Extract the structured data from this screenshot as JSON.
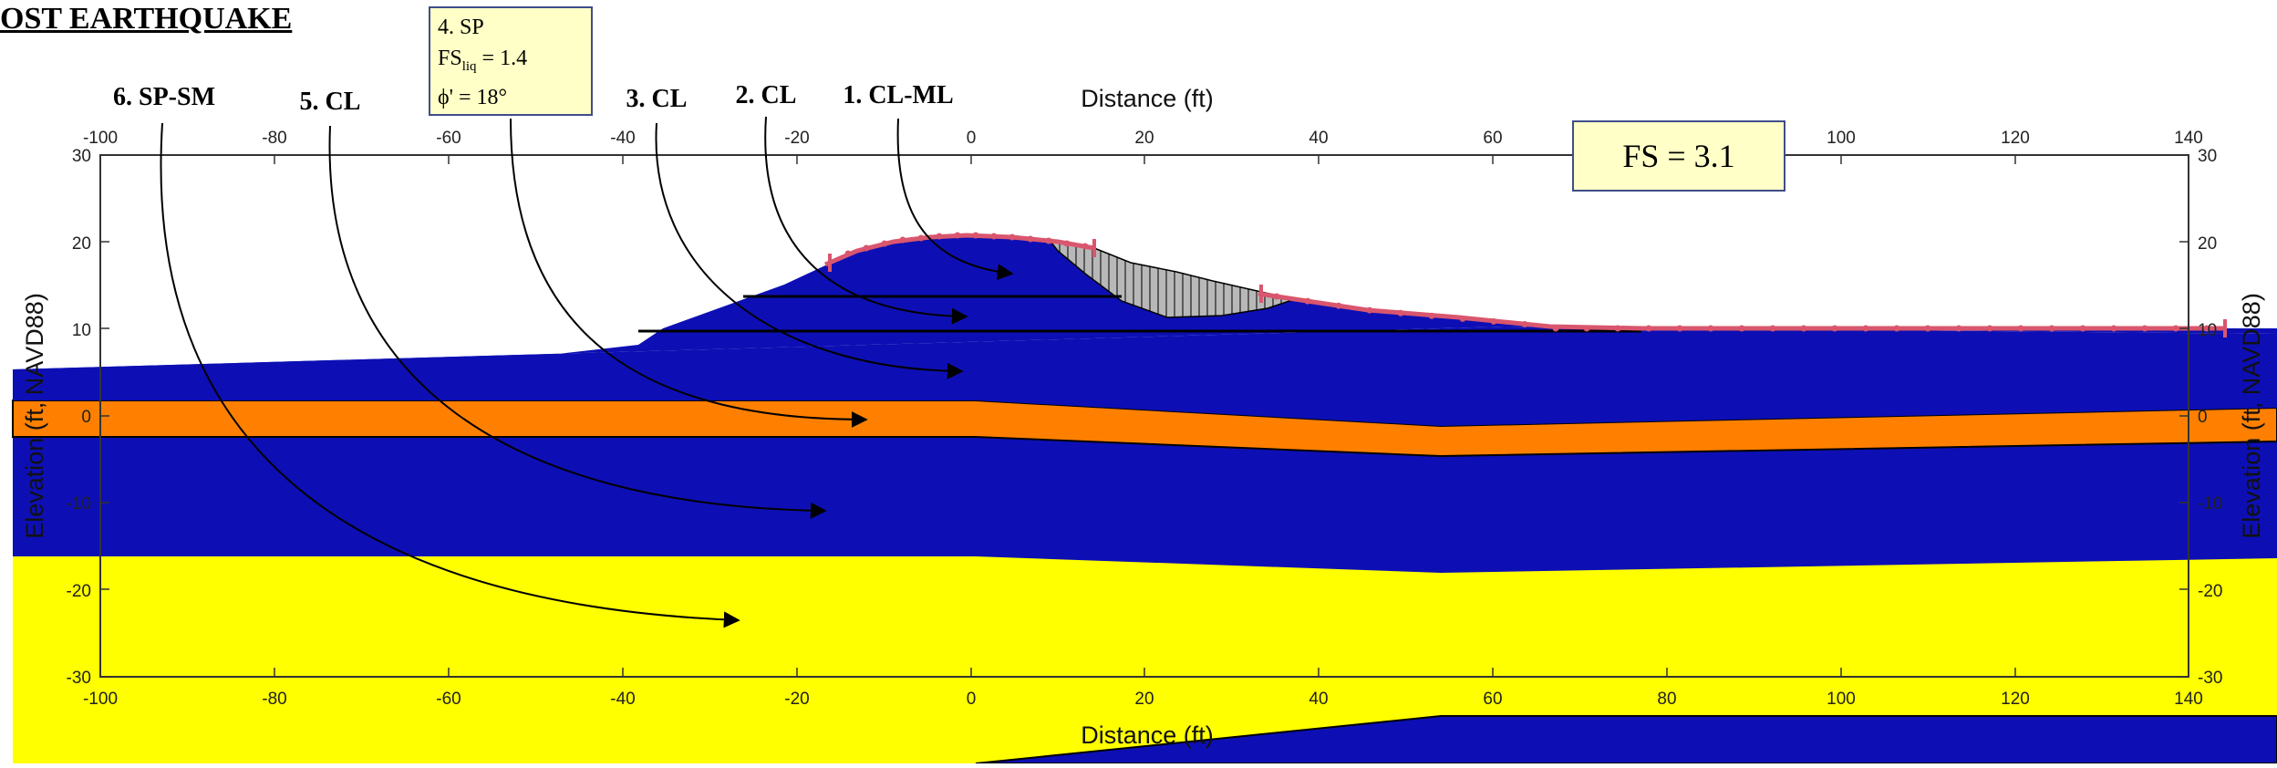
{
  "title": "OST EARTHQUAKE",
  "fs_box": {
    "text": "FS = 3.1"
  },
  "soil_box": {
    "line1": "4. SP",
    "fs_prefix": "FS",
    "fs_sub": "liq",
    "fs_value": " = 1.4",
    "phi": "ϕ' = 18°"
  },
  "layer_labels": [
    "6. SP-SM",
    "5. CL",
    "3. CL",
    "2. CL",
    "1. CL-ML"
  ],
  "axes": {
    "x_label": "Distance (ft)",
    "y_label": "Elevation (ft, NAVD88)",
    "x_ticks": [
      "-100",
      "-80",
      "-60",
      "-40",
      "-20",
      "0",
      "20",
      "40",
      "60",
      "80",
      "100",
      "120",
      "140"
    ],
    "y_ticks": [
      "30",
      "20",
      "10",
      "0",
      "-10",
      "-20",
      "-30"
    ]
  },
  "colors": {
    "clay": "#0d0fb4",
    "sp_layer": "#ff8000",
    "sand": "#ffff00",
    "slip_mass": "#b8b8b8",
    "slip_surface": "#d9566e",
    "callout_fill": "#ffffc7"
  }
}
